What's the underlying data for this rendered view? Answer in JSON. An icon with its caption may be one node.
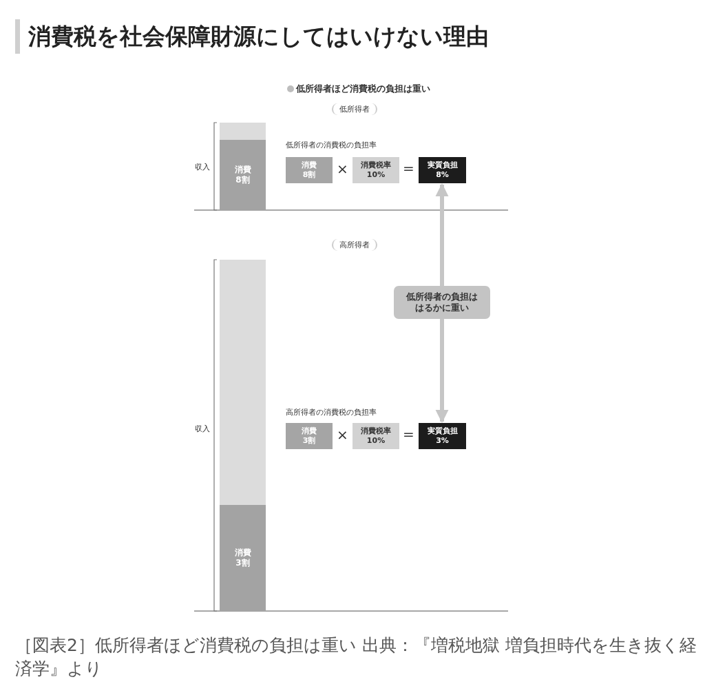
{
  "diagram": {
    "title": "消費税を社会保障財源にしてはいけない理由",
    "caption": "［図表2］低所得者ほど消費税の負担は重い 出典：『増税地獄 増負担時代を生き抜く経済学』より",
    "nodes": [
      {
        "text": [],
        "shape": "bar"
      },
      {
        "text": [
          "消費8割"
        ]
      },
      {
        "text": [
          "消費8割"
        ]
      },
      {
        "text": [
          "消費税率10%"
        ]
      },
      {
        "text": [
          "実質負担8%"
        ]
      },
      {
        "text": [
          "低所得者の負担ははるかに重い"
        ]
      },
      {
        "text": [
          "消費3割"
        ]
      },
      {
        "text": [
          "消費税率10%"
        ]
      },
      {
        "text": [
          "実質負担3%"
        ]
      },
      {
        "text": [],
        "shape": "bar"
      },
      {
        "text": [
          "消費3割"
        ]
      }
    ],
    "edges": [
      {
        "from": 5,
        "to": 4,
        "arrow": "to"
      },
      {
        "from": 5,
        "to": 8,
        "arrow": "to"
      }
    ],
    "labels": [
      "低所得者ほど消費税の負担は重い",
      "低所得者",
      "低所得者の消費税の負担率",
      "収入",
      "×",
      "=",
      "高所得者",
      "高所得者の消費税の負担率",
      "収入",
      "×",
      "="
    ]
  }
}
